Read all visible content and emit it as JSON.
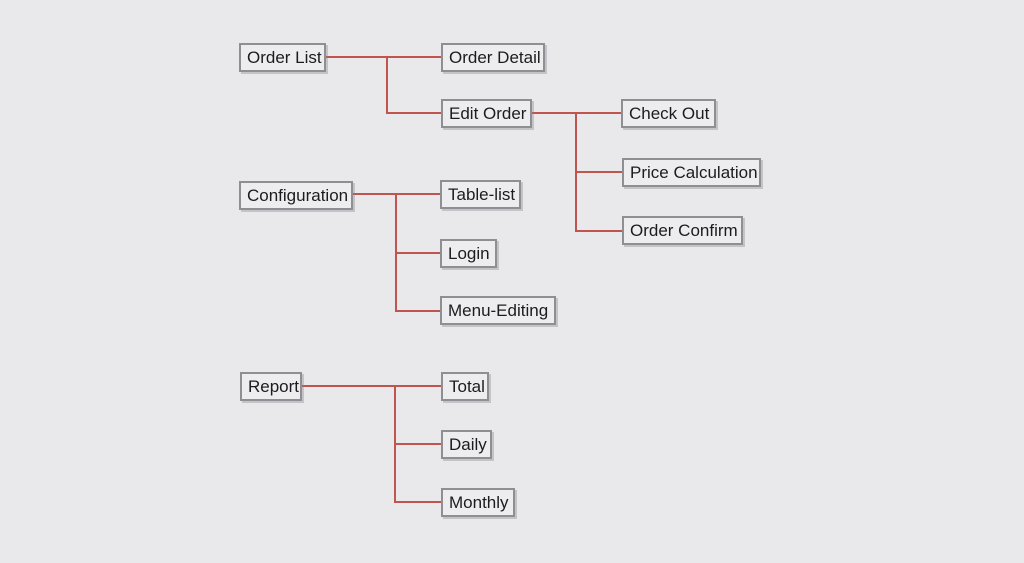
{
  "diagram": {
    "type": "sitemap-flowchart",
    "colors": {
      "background": "#e9e9ec",
      "node_fill": "#ededf0",
      "node_border": "#8e8e93",
      "connector": "#c0544e",
      "text": "#1c1c1e"
    },
    "nodes": {
      "order_list": {
        "label": "Order List"
      },
      "order_detail": {
        "label": "Order Detail"
      },
      "edit_order": {
        "label": "Edit Order"
      },
      "check_out": {
        "label": "Check Out"
      },
      "price_calculation": {
        "label": "Price Calculation"
      },
      "order_confirm": {
        "label": "Order Confirm"
      },
      "configuration": {
        "label": "Configuration"
      },
      "table_list": {
        "label": "Table-list"
      },
      "login": {
        "label": "Login"
      },
      "menu_editing": {
        "label": "Menu-Editing"
      },
      "report": {
        "label": "Report"
      },
      "total": {
        "label": "Total"
      },
      "daily": {
        "label": "Daily"
      },
      "monthly": {
        "label": "Monthly"
      }
    },
    "edges": [
      {
        "from": "order_list",
        "to": "order_detail"
      },
      {
        "from": "order_list",
        "to": "edit_order"
      },
      {
        "from": "edit_order",
        "to": "check_out"
      },
      {
        "from": "edit_order",
        "to": "price_calculation"
      },
      {
        "from": "edit_order",
        "to": "order_confirm"
      },
      {
        "from": "configuration",
        "to": "table_list"
      },
      {
        "from": "configuration",
        "to": "login"
      },
      {
        "from": "configuration",
        "to": "menu_editing"
      },
      {
        "from": "report",
        "to": "total"
      },
      {
        "from": "report",
        "to": "daily"
      },
      {
        "from": "report",
        "to": "monthly"
      }
    ]
  }
}
